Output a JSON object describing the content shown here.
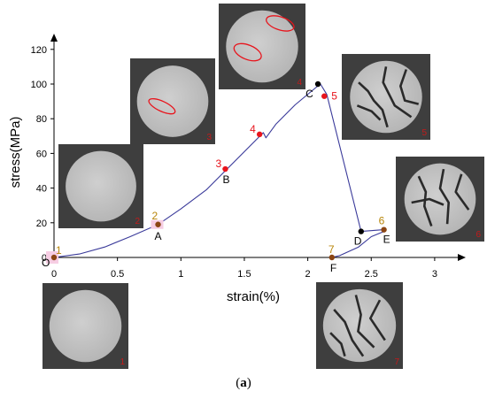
{
  "caption": {
    "open": "(",
    "letter": "a",
    "close": ")"
  },
  "chart_data": {
    "type": "line",
    "xlabel": "strain(%)",
    "ylabel": "stress(MPa)",
    "xlim": [
      0,
      3.2
    ],
    "ylim": [
      0,
      130
    ],
    "x_ticks": [
      "0",
      "0.5",
      "1",
      "1.5",
      "2",
      "2.5",
      "3"
    ],
    "y_ticks": [
      "0",
      "20",
      "40",
      "60",
      "80",
      "100",
      "120"
    ],
    "line_color": "#3a3a9a",
    "series": [
      {
        "x": [
          0,
          0.2,
          0.4,
          0.6,
          0.82,
          1.0,
          1.2,
          1.35,
          1.5,
          1.65,
          1.67,
          1.75,
          1.9,
          2.08,
          2.1,
          2.15,
          2.42,
          2.6,
          2.6,
          2.5,
          2.4,
          2.25,
          2.19
        ],
        "y": [
          0,
          2,
          6,
          12,
          19,
          28,
          39,
          50,
          61,
          72,
          69,
          77,
          88,
          99,
          100,
          94,
          15,
          16,
          15,
          12,
          6,
          1,
          0
        ]
      }
    ],
    "points": [
      {
        "num": "1",
        "letter": "O",
        "x": 0,
        "y": 0,
        "marker": "#8b4513",
        "num_color": "#b8860b"
      },
      {
        "num": "2",
        "letter": "A",
        "x": 0.82,
        "y": 19,
        "marker": "#8b4513",
        "num_color": "#b8860b"
      },
      {
        "num": "3",
        "letter": "B",
        "x": 1.35,
        "y": 51,
        "marker": "#e8141c",
        "num_color": "#e8141c"
      },
      {
        "num": "4",
        "letter": "",
        "x": 1.62,
        "y": 71,
        "marker": "#e8141c",
        "num_color": "#e8141c"
      },
      {
        "num": "",
        "letter": "C",
        "x": 2.08,
        "y": 100,
        "marker": "#000000",
        "num_color": "#000000"
      },
      {
        "num": "5",
        "letter": "",
        "x": 2.13,
        "y": 93,
        "marker": "#e8141c",
        "num_color": "#e8141c"
      },
      {
        "num": "",
        "letter": "D",
        "x": 2.42,
        "y": 15,
        "marker": "#000000",
        "num_color": "#000000"
      },
      {
        "num": "6",
        "letter": "E",
        "x": 2.6,
        "y": 16,
        "marker": "#8b4513",
        "num_color": "#b8860b"
      },
      {
        "num": "7",
        "letter": "F",
        "x": 2.19,
        "y": 0,
        "marker": "#8b4513",
        "num_color": "#b8860b"
      }
    ],
    "thumbnails": [
      {
        "num": "1",
        "cracks": "none"
      },
      {
        "num": "2",
        "cracks": "none"
      },
      {
        "num": "3",
        "cracks": "initial"
      },
      {
        "num": "4",
        "cracks": "initial"
      },
      {
        "num": "5",
        "cracks": "through"
      },
      {
        "num": "6",
        "cracks": "through"
      },
      {
        "num": "7",
        "cracks": "through"
      }
    ]
  }
}
